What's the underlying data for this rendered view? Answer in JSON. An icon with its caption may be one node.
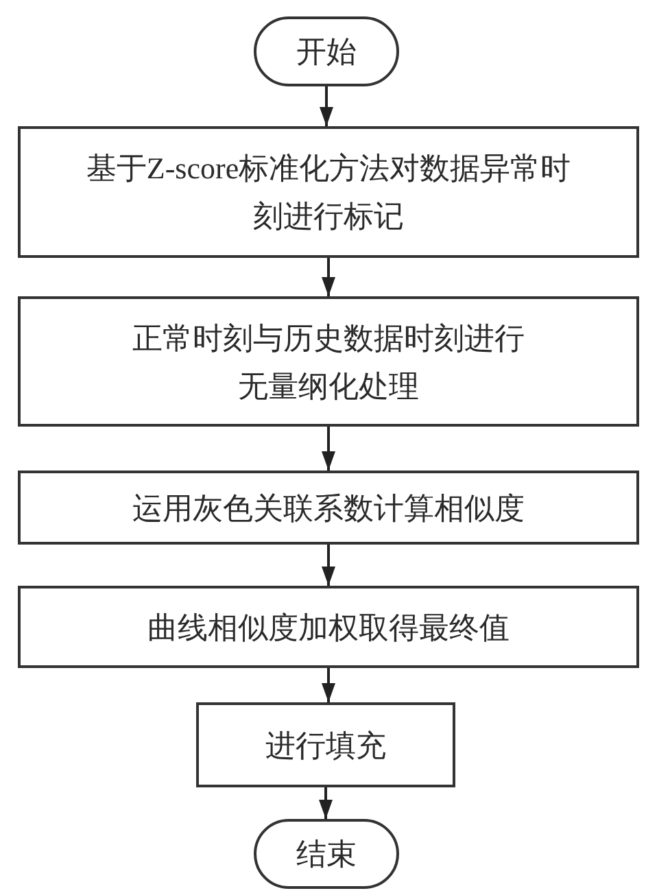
{
  "diagram": {
    "nodes": [
      {
        "text": [
          "开始"
        ]
      },
      {
        "text": [
          "基于Z-score标准化方法对数据异常时刻进行标记"
        ]
      },
      {
        "text": [
          "正常时刻与历史数据时刻进行无量纲化处理"
        ]
      },
      {
        "text": [
          "运用灰色关联系数计算相似度"
        ]
      },
      {
        "text": [
          "曲线相似度加权取得最终值"
        ]
      },
      {
        "text": [
          "进行填充"
        ]
      },
      {
        "text": [
          "结束"
        ]
      }
    ],
    "edges": [
      {
        "from": 0,
        "to": 1,
        "arrow": "to"
      },
      {
        "from": 1,
        "to": 2,
        "arrow": "to"
      },
      {
        "from": 2,
        "to": 3,
        "arrow": "to"
      },
      {
        "from": 3,
        "to": 4,
        "arrow": "to"
      },
      {
        "from": 4,
        "to": 5,
        "arrow": "to"
      },
      {
        "from": 5,
        "to": 6,
        "arrow": "to"
      }
    ]
  }
}
